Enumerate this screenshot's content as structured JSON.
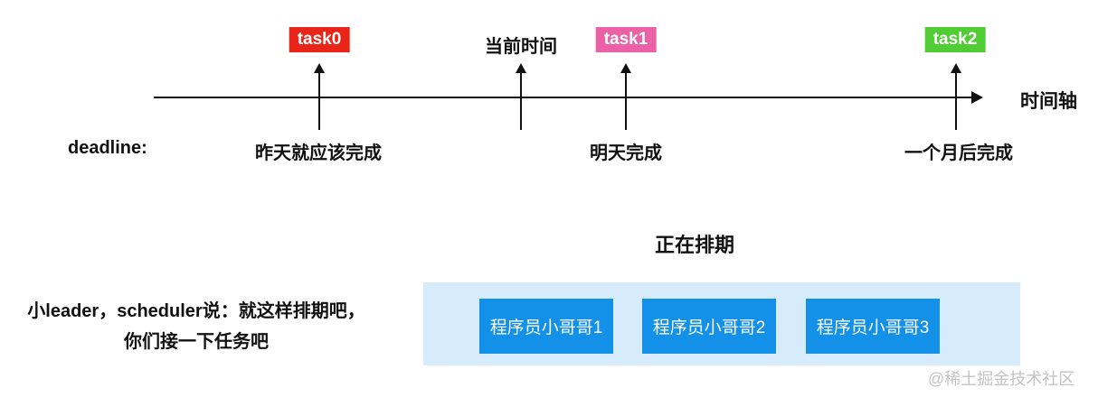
{
  "colors": {
    "task0_bg": "#E92519",
    "task1_bg": "#EC61A5",
    "task2_bg": "#50CC35",
    "worker_box_bg": "#1390E8",
    "worker_pool_bg": "#D6EBFB",
    "axis_color": "#111111",
    "watermark_color": "#C3C3C3"
  },
  "timeline": {
    "axis_label": "时间轴",
    "deadline_prefix": "deadline:",
    "markers": [
      {
        "label": "task0",
        "kind": "task-red",
        "deadline": "昨天就应该完成"
      },
      {
        "label": "当前时间",
        "kind": "plain",
        "deadline": ""
      },
      {
        "label": "task1",
        "kind": "task-pink",
        "deadline": "明天完成"
      },
      {
        "label": "task2",
        "kind": "task-green",
        "deadline": "一个月后完成"
      }
    ]
  },
  "scheduling": {
    "title": "正在排期",
    "workers": [
      "程序员小哥哥1",
      "程序员小哥哥2",
      "程序员小哥哥3"
    ]
  },
  "speech": {
    "line1": "小leader，scheduler说：就这样排期吧，",
    "line2": "你们接一下任务吧"
  },
  "watermark": "@稀土掘金技术社区"
}
